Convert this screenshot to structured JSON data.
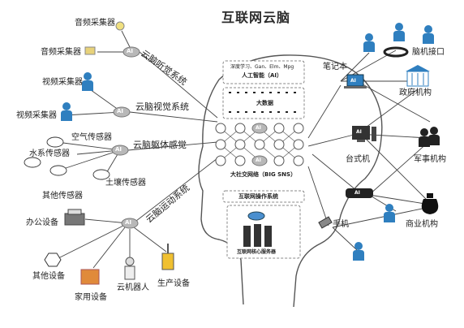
{
  "title": "互联网云脑",
  "ai_label": "AI",
  "left": {
    "hearing": {
      "branch": "云脑听觉系统",
      "devices": [
        "音频采集器",
        "音频采集器"
      ]
    },
    "vision": {
      "branch": "云脑视觉系统",
      "devices": [
        "视频采集器",
        "视频采集器"
      ]
    },
    "somatosensory": {
      "branch": "云脑躯体感觉",
      "devices": [
        "空气传感器",
        "水系传感器",
        "土壤传感器",
        "其他传感器"
      ]
    },
    "motor": {
      "branch": "云脑运动系统",
      "devices": [
        "办公设备",
        "其他设备",
        "家用设备",
        "云机器人",
        "生产设备"
      ]
    }
  },
  "brain": {
    "ai_layer_line1": "深度学习、Gan、Elm、Mpg",
    "ai_layer_line2": "人工智能（AI）",
    "big_data": "大数据",
    "sns": "大社交网络（BIG SNS）",
    "os": "互联网操作系统",
    "server": "互联网核心服务器"
  },
  "right": {
    "laptop": "笔记本",
    "brain_interface": "脑机接口",
    "government": "政府机构",
    "desktop": "台式机",
    "military": "军事机构",
    "phone": "手机",
    "business": "商业机构"
  },
  "colors": {
    "person": "#2f7fbf",
    "line": "#444444",
    "node": "#b8b8b8",
    "device_blue": "#3d8bd0"
  }
}
